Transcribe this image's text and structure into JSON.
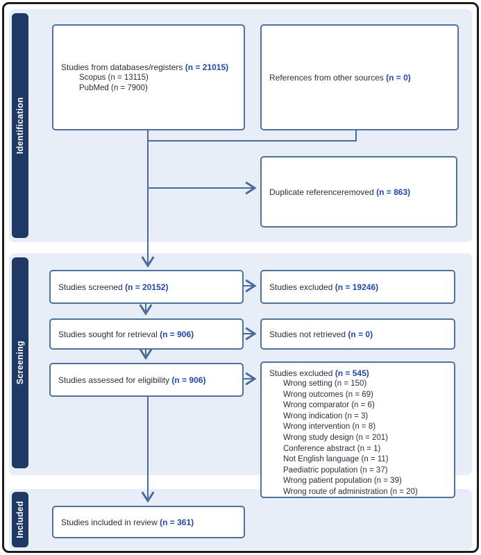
{
  "diagram": {
    "sections": {
      "identification": "Identification",
      "screening": "Screening",
      "included": "Included"
    },
    "colors": {
      "sidebar": "#1f3864",
      "band": "#e8eef8",
      "box_border": "#50719a",
      "connector": "#4a6b96",
      "count_text": "#2347a8"
    },
    "boxes": {
      "databases": {
        "label": "Studies from databases/registers",
        "count": "(n = 21015)",
        "sources": [
          "Scopus (n = 13115)",
          "PubMed (n = 7900)"
        ]
      },
      "other_sources": {
        "label": "References from other sources",
        "count": "(n = 0)"
      },
      "duplicates": {
        "label": "Duplicate referenceremoved",
        "count": "(n = 863)"
      },
      "screened": {
        "label": "Studies screened",
        "count": "(n = 20152)"
      },
      "excluded_screening": {
        "label": "Studies excluded",
        "count": "(n = 19246)"
      },
      "sought": {
        "label": "Studies sought for retrieval",
        "count": "(n = 906)"
      },
      "not_retrieved": {
        "label": "Studies not retrieved",
        "count": "(n = 0)"
      },
      "assessed": {
        "label": "Studies assessed for eligibility",
        "count": "(n = 906)"
      },
      "excluded_eligibility": {
        "label": "Studies excluded",
        "count": "(n = 545)",
        "reasons": [
          "Wrong setting (n = 150)",
          "Wrong outcomes (n = 69)",
          "Wrong comparator (n = 6)",
          "Wrong indication (n = 3)",
          "Wrong intervention (n = 8)",
          "Wrong study design (n = 201)",
          "Conference abstract (n = 1)",
          "Not English language (n = 11)",
          "Paediatric population (n = 37)",
          "Wrong patient population (n = 39)",
          "Wrong route of administration (n = 20)"
        ]
      },
      "included_review": {
        "label": "Studies included in review",
        "count": "(n = 361)"
      }
    }
  }
}
